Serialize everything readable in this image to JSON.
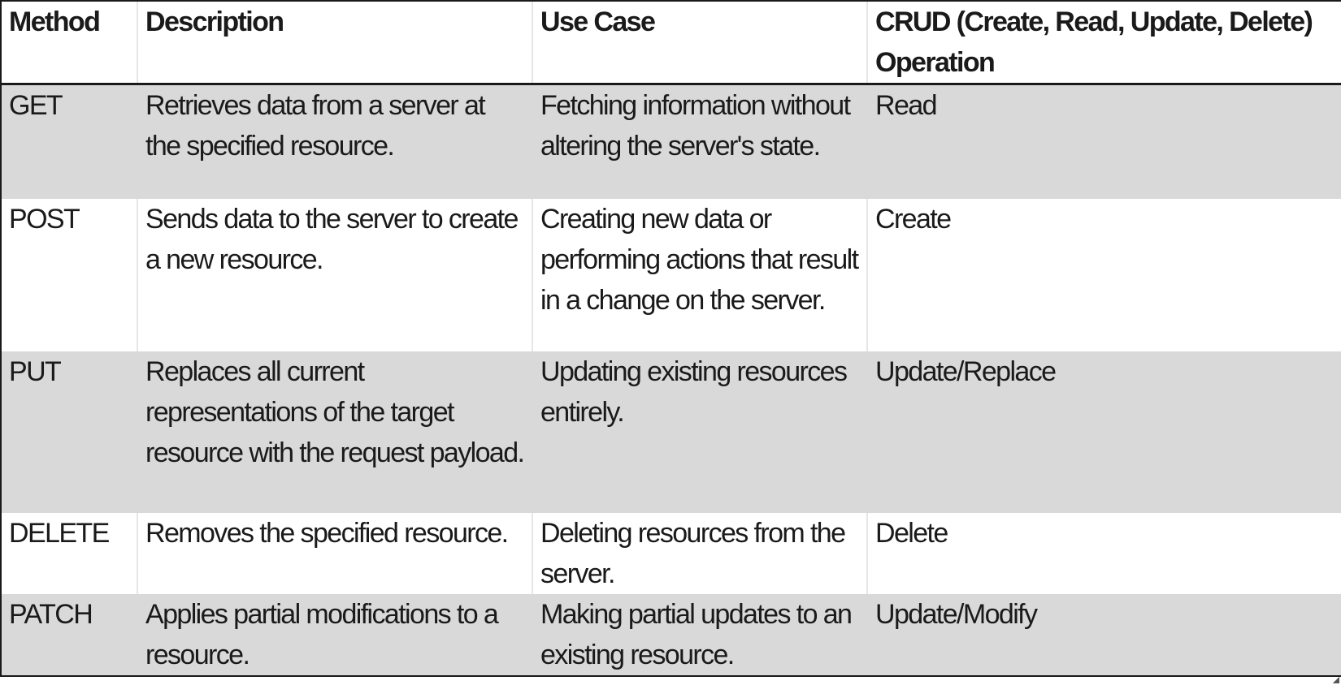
{
  "table": {
    "headers": [
      "Method",
      "Description",
      "Use Case",
      "CRUD (Create, Read, Update, Delete) Operation"
    ],
    "rows": [
      {
        "method": "GET",
        "description": "Retrieves data from a server at the specified resource.",
        "use_case": "Fetching information without altering the server's state.",
        "crud": "Read"
      },
      {
        "method": "POST",
        "description": "Sends data to the server to create a new resource.",
        "use_case": "Creating new data or performing actions that result in a change on the server.",
        "crud": "Create"
      },
      {
        "method": "PUT",
        "description": "Replaces all current representations of the target resource with the request payload.",
        "use_case": "Updating existing resources entirely.",
        "crud": "Update/Replace"
      },
      {
        "method": "DELETE",
        "description": "Removes the specified resource.",
        "use_case": "Deleting resources from the server.",
        "crud": "Delete"
      },
      {
        "method": "PATCH",
        "description": "Applies partial modifications to a resource.",
        "use_case": "Making partial updates to an existing resource.",
        "crud": "Update/Modify"
      }
    ]
  },
  "colors": {
    "shaded_row": "#d9d9d9",
    "plain_row": "#ffffff",
    "border": "#1a1a1a"
  }
}
